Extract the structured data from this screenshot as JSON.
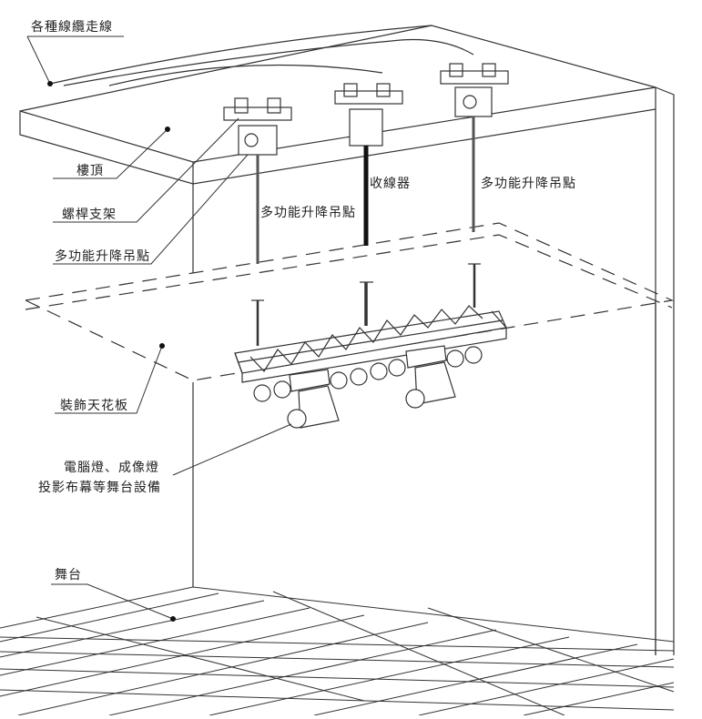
{
  "labels": {
    "cable_routing": "各種線纜走線",
    "roof": "樓頂",
    "bracket": "螺桿支架",
    "hoist_left": "多功能升降吊點",
    "hoist_mid": "多功能升降吊點",
    "hoist_right": "多功能升降吊點",
    "reel": "收線器",
    "ceiling": "裝飾天花板",
    "equipment_line1": "電腦燈、成像燈",
    "equipment_line2": "投影布幕等舞台設備",
    "stage": "舞台"
  },
  "colors": {
    "line": "#333333",
    "dark": "#111111",
    "fill": "#ffffff"
  }
}
